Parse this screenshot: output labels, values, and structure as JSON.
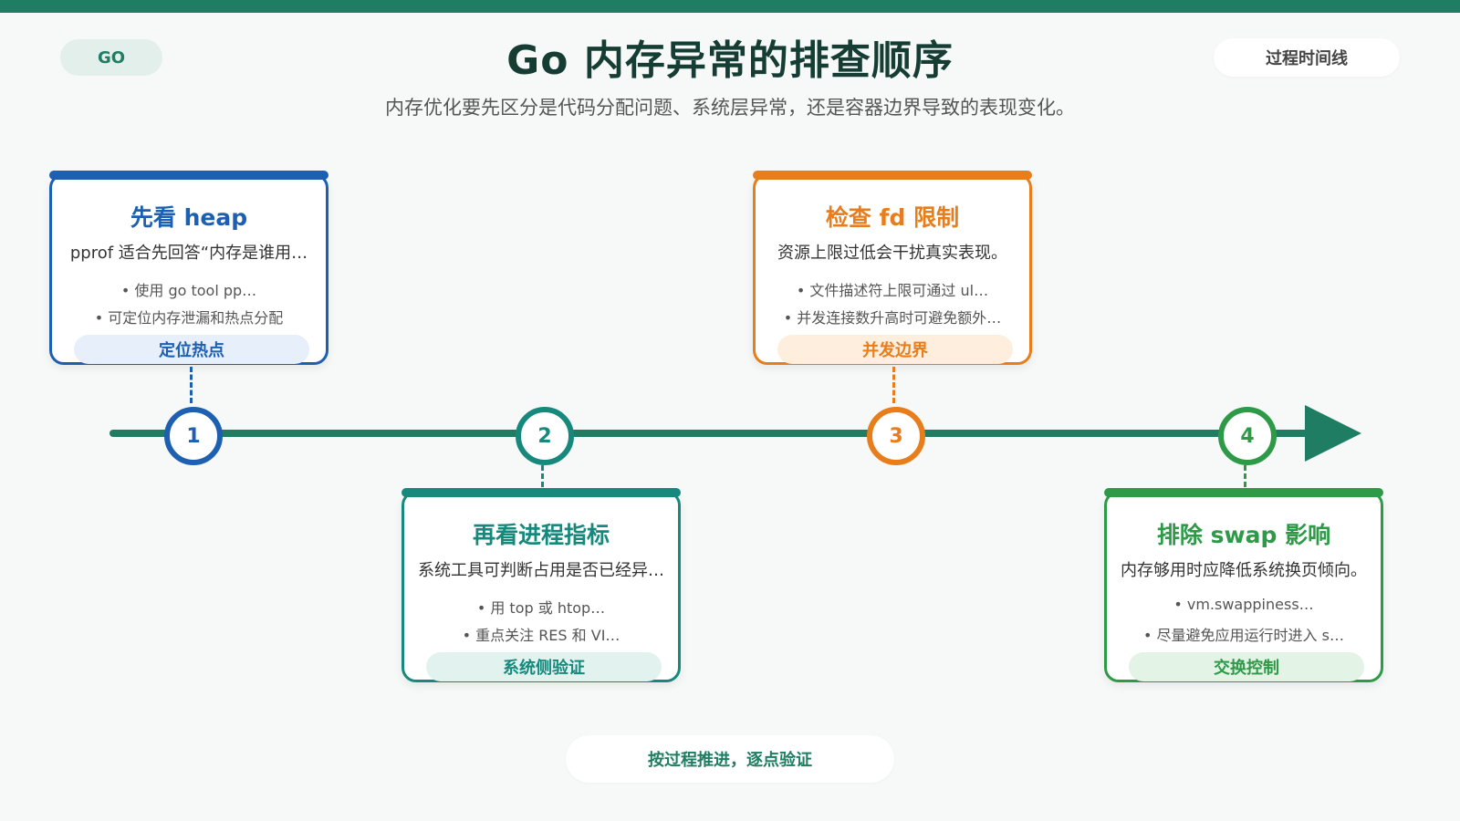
{
  "header": {
    "badge": "GO",
    "title": "Go 内存异常的排查顺序",
    "subtitle": "内存优化要先区分是代码分配问题、系统层异常，还是容器边界导致的表现变化。",
    "view_label": "过程时间线"
  },
  "colors": {
    "accent": "#1e7d62",
    "step1": "#1d5fb0",
    "step2": "#17897c",
    "step3": "#e87d1c",
    "step4": "#2e9a48"
  },
  "steps": [
    {
      "number": "1",
      "title": "先看 heap",
      "desc": "pprof 适合先回答“内存是谁用…",
      "bullets": [
        "• 使用 go tool pp…",
        "• 可定位内存泄漏和热点分配"
      ],
      "tag": "定位热点"
    },
    {
      "number": "2",
      "title": "再看进程指标",
      "desc": "系统工具可判断占用是否已经异…",
      "bullets": [
        "• 用 top 或 htop…",
        "• 重点关注 RES 和 VI…"
      ],
      "tag": "系统侧验证"
    },
    {
      "number": "3",
      "title": "检查 fd 限制",
      "desc": "资源上限过低会干扰真实表现。",
      "bullets": [
        "• 文件描述符上限可通过 ul…",
        "• 并发连接数升高时可避免额外…"
      ],
      "tag": "并发边界"
    },
    {
      "number": "4",
      "title": "排除 swap 影响",
      "desc": "内存够用时应降低系统换页倾向。",
      "bullets": [
        "• vm.swappiness…",
        "• 尽量避免应用运行时进入 s…"
      ],
      "tag": "交换控制"
    }
  ],
  "footer": {
    "label": "按过程推进，逐点验证"
  }
}
